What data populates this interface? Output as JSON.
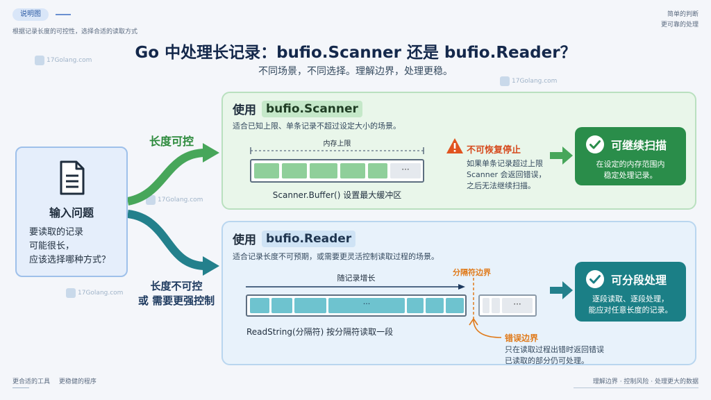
{
  "header": {
    "tag": "说明图",
    "subnote": "根据记录长度的可控性，选择合适的读取方式",
    "top_right_line1": "简单的判断",
    "top_right_line2": "更可靠的处理",
    "title": "Go 中处理长记录：bufio.Scanner 还是 bufio.Reader？",
    "subtitle": "不同场景，不同选择。理解边界，处理更稳。"
  },
  "watermark": "17Golang.com",
  "input": {
    "title": "输入问题",
    "lines": [
      "要读取的记录",
      "可能很长，",
      "应该选择哪种方式？"
    ]
  },
  "branches": {
    "top": "长度可控",
    "bottom_line1": "长度不可控",
    "bottom_line2": "或 需要更强控制"
  },
  "scanner": {
    "use": "使用",
    "code": "bufio.Scanner",
    "desc": "适合已知上限、单条记录不超过设定大小的场景。",
    "limit_label": "内存上限",
    "buffer_caption": "Scanner.Buffer() 设置最大缓冲区",
    "ellipsis": "···",
    "warn_title": "不可恢复停止",
    "warn_lines": [
      "如果单条记录超过上限",
      "Scanner 会返回错误，",
      "之后无法继续扫描。"
    ],
    "result_title": "可继续扫描",
    "result_lines": [
      "在设定的内存范围内",
      "稳定处理记录。"
    ]
  },
  "reader": {
    "use": "使用",
    "code": "bufio.Reader",
    "desc": "适合记录长度不可预期，或需要更灵活控制读取过程的场景。",
    "grow_label": "随记录增长",
    "sep_label": "分隔符边界",
    "caption": "ReadString(分隔符) 按分隔符读取一段",
    "ellipsis": "···",
    "err_title": "错误边界",
    "err_lines": [
      "只在读取过程出错时返回错误",
      "已读取的部分仍可处理。"
    ],
    "result_title": "可分段处理",
    "result_lines": [
      "逐段读取、逐段处理，",
      "能应对任意长度的记录。"
    ]
  },
  "footer": {
    "left_1": "更合适的工具",
    "left_2": "更稳健的程序",
    "right": "理解边界 · 控制风险 · 处理更大的数据"
  },
  "colors": {
    "green": "#2a8d4a",
    "teal": "#1b7f86",
    "warn": "#d64b1f",
    "orange": "#e07a1a"
  }
}
